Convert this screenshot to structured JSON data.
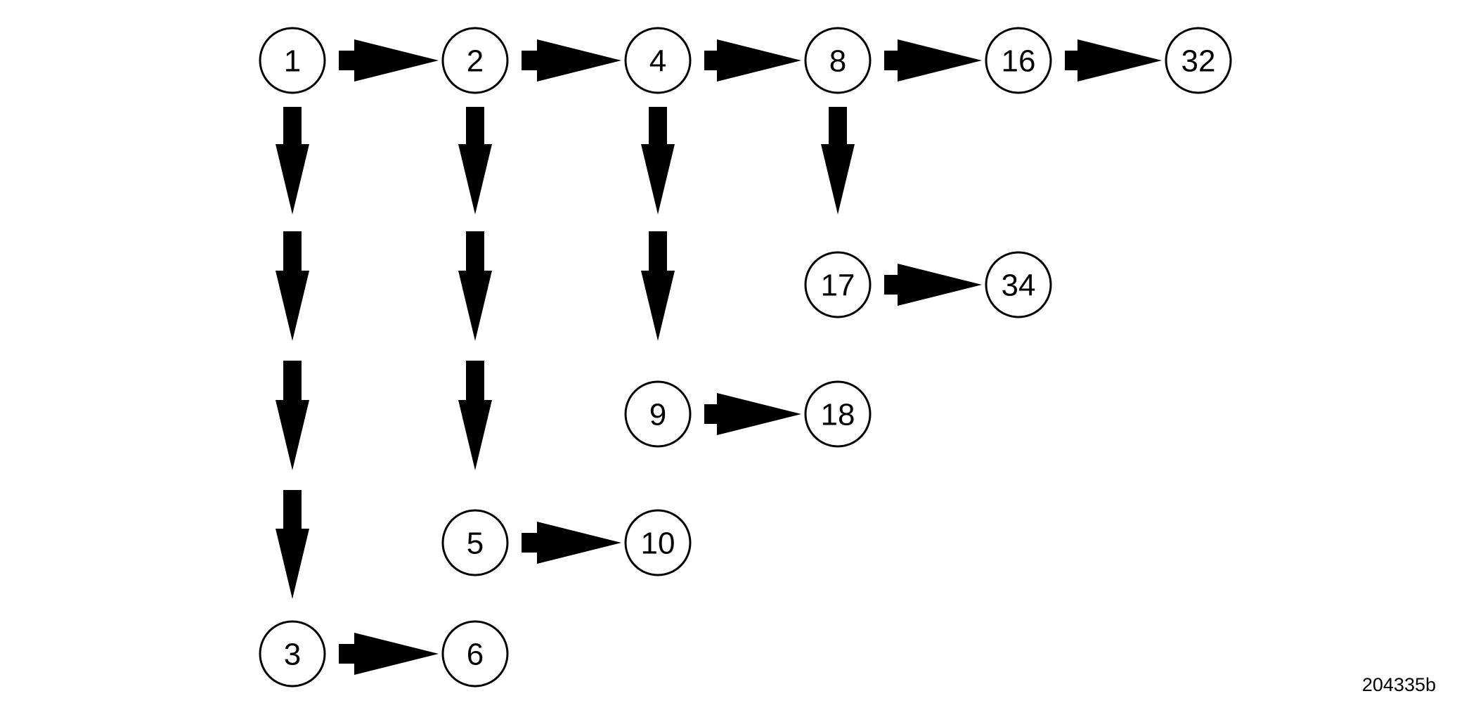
{
  "diagram": {
    "nodes": [
      {
        "id": "n1",
        "label": "1"
      },
      {
        "id": "n2",
        "label": "2"
      },
      {
        "id": "n4",
        "label": "4"
      },
      {
        "id": "n8",
        "label": "8"
      },
      {
        "id": "n16",
        "label": "16"
      },
      {
        "id": "n32",
        "label": "32"
      },
      {
        "id": "n17",
        "label": "17"
      },
      {
        "id": "n34",
        "label": "34"
      },
      {
        "id": "n9",
        "label": "9"
      },
      {
        "id": "n18",
        "label": "18"
      },
      {
        "id": "n5",
        "label": "5"
      },
      {
        "id": "n10",
        "label": "10"
      },
      {
        "id": "n3",
        "label": "3"
      },
      {
        "id": "n6",
        "label": "6"
      }
    ],
    "edges": [
      {
        "from": "n1",
        "to": "n2"
      },
      {
        "from": "n2",
        "to": "n4"
      },
      {
        "from": "n4",
        "to": "n8"
      },
      {
        "from": "n8",
        "to": "n16"
      },
      {
        "from": "n16",
        "to": "n32"
      },
      {
        "from": "n1",
        "to": "n3"
      },
      {
        "from": "n2",
        "to": "n5"
      },
      {
        "from": "n4",
        "to": "n9"
      },
      {
        "from": "n8",
        "to": "n17"
      },
      {
        "from": "n17",
        "to": "n34"
      },
      {
        "from": "n9",
        "to": "n18"
      },
      {
        "from": "n5",
        "to": "n10"
      },
      {
        "from": "n3",
        "to": "n6"
      }
    ]
  },
  "figure_id": "204335b"
}
